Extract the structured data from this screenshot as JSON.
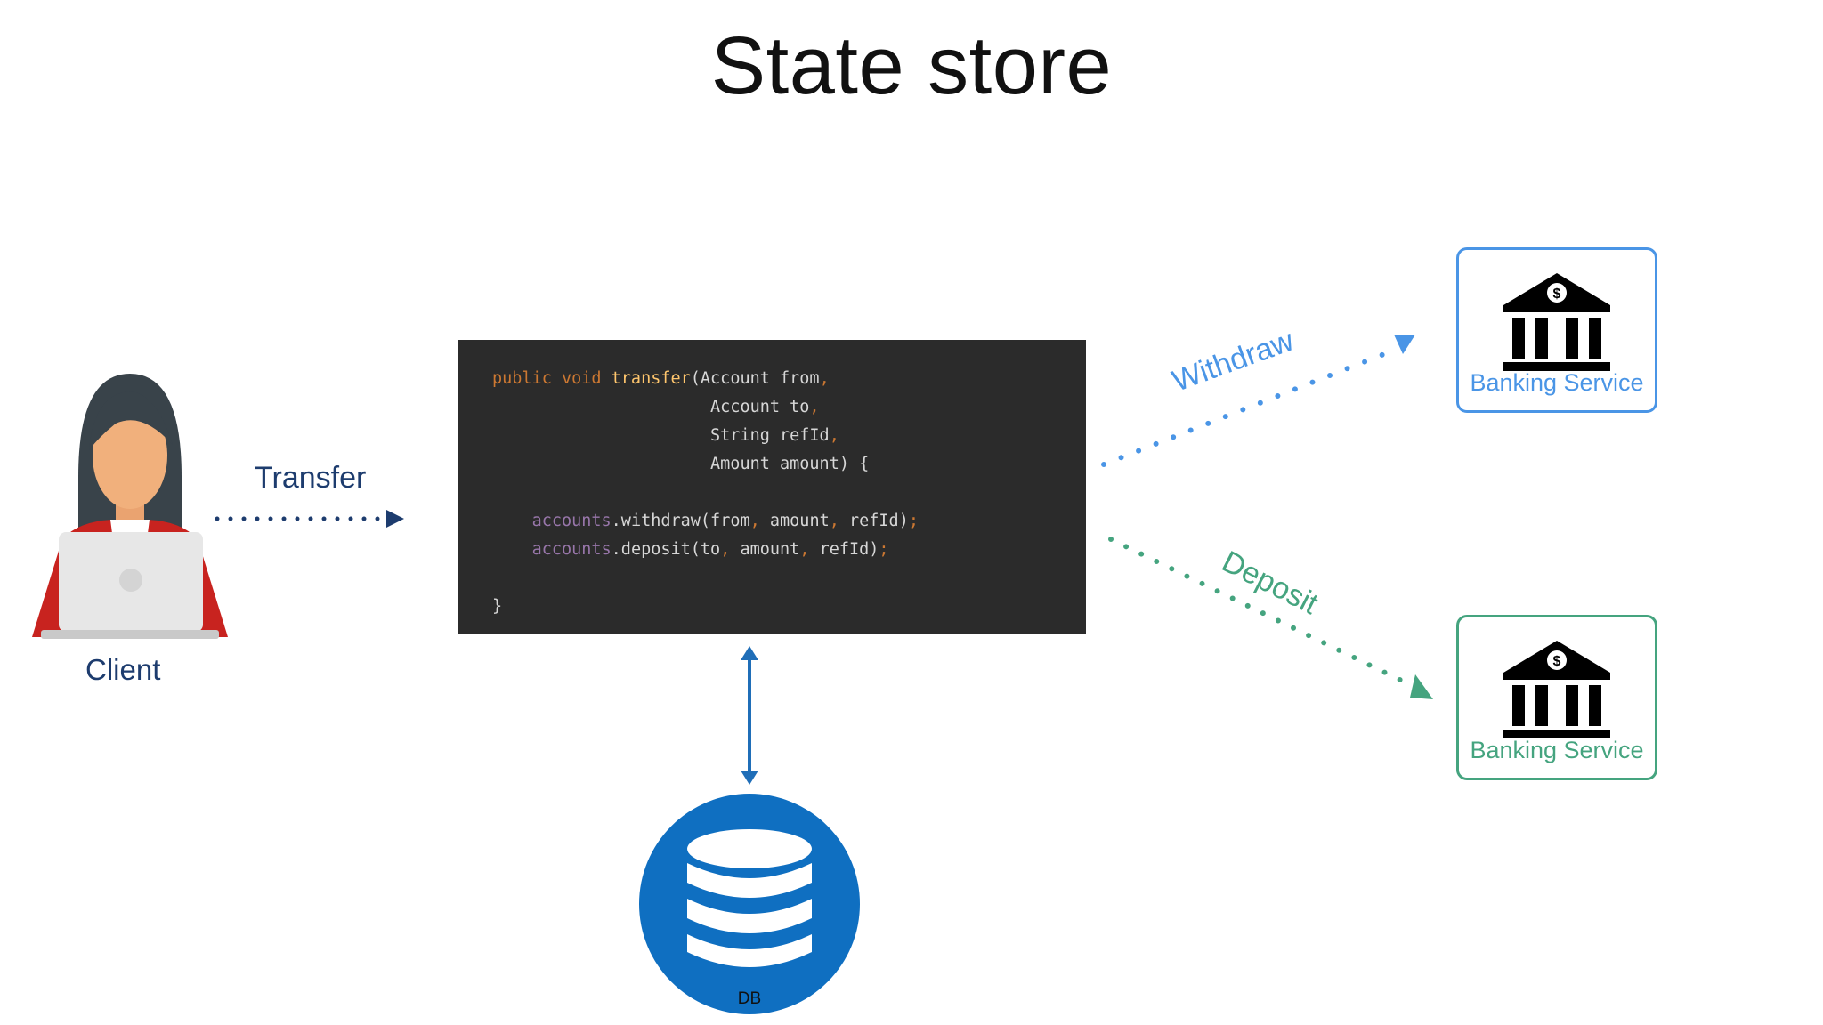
{
  "title": "State store",
  "client": {
    "label": "Client",
    "icon": "person-with-laptop-icon"
  },
  "transfer": {
    "label": "Transfer"
  },
  "code": {
    "lines": [
      [
        {
          "t": "public void ",
          "c": "kw"
        },
        {
          "t": "transfer",
          "c": "fn"
        },
        {
          "t": "(Account from",
          "c": ""
        },
        {
          "t": ",",
          "c": "pn"
        }
      ],
      [
        {
          "t": "                      Account to",
          "c": ""
        },
        {
          "t": ",",
          "c": "pn"
        }
      ],
      [
        {
          "t": "                      String refId",
          "c": ""
        },
        {
          "t": ",",
          "c": "pn"
        }
      ],
      [
        {
          "t": "                      Amount amount) {",
          "c": ""
        }
      ],
      [
        {
          "t": "",
          "c": ""
        }
      ],
      [
        {
          "t": "    ",
          "c": ""
        },
        {
          "t": "accounts",
          "c": "fld"
        },
        {
          "t": ".withdraw(from",
          "c": ""
        },
        {
          "t": ", ",
          "c": "pn"
        },
        {
          "t": "amount",
          "c": ""
        },
        {
          "t": ", ",
          "c": "pn"
        },
        {
          "t": "refId)",
          "c": ""
        },
        {
          "t": ";",
          "c": "pn"
        }
      ],
      [
        {
          "t": "    ",
          "c": ""
        },
        {
          "t": "accounts",
          "c": "fld"
        },
        {
          "t": ".deposit(to",
          "c": ""
        },
        {
          "t": ", ",
          "c": "pn"
        },
        {
          "t": "amount",
          "c": ""
        },
        {
          "t": ", ",
          "c": "pn"
        },
        {
          "t": "refId)",
          "c": ""
        },
        {
          "t": ";",
          "c": "pn"
        }
      ],
      [
        {
          "t": "",
          "c": ""
        }
      ],
      [
        {
          "t": "}",
          "c": ""
        }
      ]
    ]
  },
  "withdraw": {
    "label": "Withdraw"
  },
  "deposit": {
    "label": "Deposit"
  },
  "banks": [
    {
      "label": "Banking Service",
      "icon": "bank-icon",
      "color": "#4a95e6"
    },
    {
      "label": "Banking Service",
      "icon": "bank-icon",
      "color": "#45a47f"
    }
  ],
  "db": {
    "label": "DB",
    "icon": "database-icon",
    "color": "#0f6fc1"
  },
  "colors": {
    "transfer_arrow": "#1d3c6e",
    "withdraw_arrow": "#4a95e6",
    "deposit_arrow": "#45a47f",
    "db_arrow": "#1f6eb8"
  }
}
